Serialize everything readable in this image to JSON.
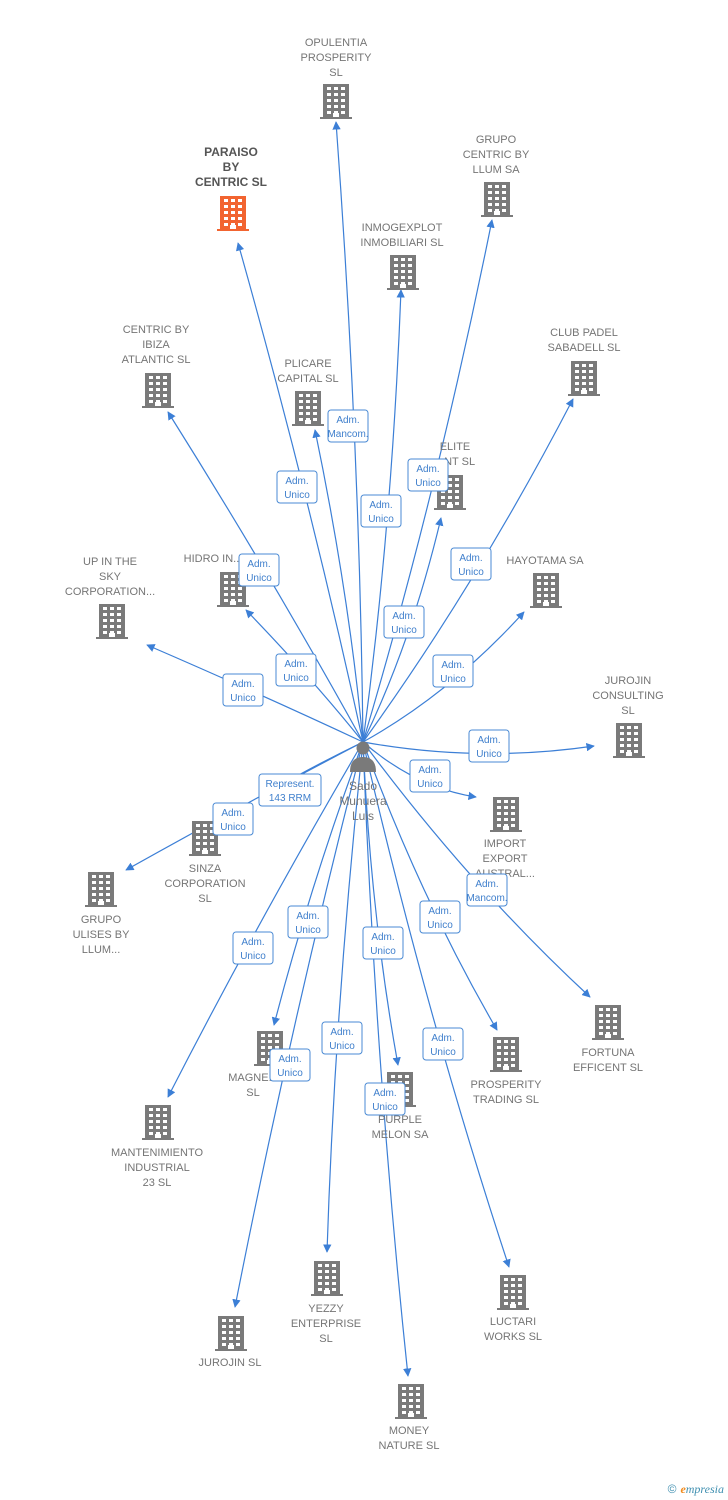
{
  "center": {
    "name_lines": [
      "Sado",
      "Munuera",
      "Luis"
    ],
    "icon": "person-icon"
  },
  "nodes": [
    {
      "id": "opulentia",
      "lines": [
        "OPULENTIA",
        "PROSPERITY",
        "SL"
      ],
      "role": "Adm.\nUnico",
      "highlight": false
    },
    {
      "id": "paraiso",
      "lines": [
        "PARAISO",
        "BY",
        "CENTRIC SL"
      ],
      "role": "Adm.\nUnico",
      "highlight": true
    },
    {
      "id": "grupo-centric",
      "lines": [
        "GRUPO",
        "CENTRIC BY",
        "LLUM SA"
      ],
      "role": "Adm.\nUnico",
      "highlight": false
    },
    {
      "id": "inmogexplot",
      "lines": [
        "INMOGEXPLOT",
        "INMOBILIARI SL"
      ],
      "role": "Adm.\nUnico",
      "highlight": false
    },
    {
      "id": "centric-ibiza",
      "lines": [
        "CENTRIC BY",
        "IBIZA",
        "ATLANTIC SL"
      ],
      "role": "Adm.\nUnico",
      "highlight": false
    },
    {
      "id": "plicare",
      "lines": [
        "PLICARE",
        "CAPITAL SL"
      ],
      "role": "Adm.\nMancom.",
      "highlight": false
    },
    {
      "id": "club-padel",
      "lines": [
        "CLUB PADEL",
        "SABADELL SL"
      ],
      "role": "Adm.\nUnico",
      "highlight": false
    },
    {
      "id": "elite",
      "lines": [
        "ELITE",
        "...NT SL"
      ],
      "role": "Adm.\nUnico",
      "highlight": false
    },
    {
      "id": "hidro",
      "lines": [
        "HIDRO IN..."
      ],
      "role": "Adm.\nUnico",
      "highlight": false
    },
    {
      "id": "up-in-the-sky",
      "lines": [
        "UP IN THE",
        "SKY",
        "CORPORATION..."
      ],
      "role": "Adm.\nUnico",
      "highlight": false
    },
    {
      "id": "hayotama",
      "lines": [
        "HAYOTAMA SA"
      ],
      "role": "Adm.\nUnico",
      "highlight": false
    },
    {
      "id": "jurojin-consulting",
      "lines": [
        "JUROJIN",
        "CONSULTING",
        "SL"
      ],
      "role": "Adm.\nUnico",
      "highlight": false
    },
    {
      "id": "import-export",
      "lines": [
        "IMPORT",
        "EXPORT",
        "AUSTRAL..."
      ],
      "role": "Adm.\nUnico",
      "highlight": false
    },
    {
      "id": "sinza",
      "lines": [
        "SINZA",
        "CORPORATION",
        "SL"
      ],
      "role": "Represent.\n143 RRM",
      "highlight": false
    },
    {
      "id": "grupo-ulises",
      "lines": [
        "GRUPO",
        "ULISES BY",
        "LLUM..."
      ],
      "role": "Adm.\nUnico",
      "highlight": false
    },
    {
      "id": "fortuna",
      "lines": [
        "FORTUNA",
        "EFFICENT SL"
      ],
      "role": "Adm.\nMancom.",
      "highlight": false
    },
    {
      "id": "prosperity-trading",
      "lines": [
        "PROSPERITY",
        "TRADING SL"
      ],
      "role": "Adm.\nUnico",
      "highlight": false
    },
    {
      "id": "magne",
      "lines": [
        "MAGNE...",
        "SL"
      ],
      "role": "Adm.\nUnico",
      "highlight": false
    },
    {
      "id": "purple-melon",
      "lines": [
        "PURPLE",
        "MELON SA"
      ],
      "role": "Adm.\nUnico",
      "highlight": false
    },
    {
      "id": "mantenimiento",
      "lines": [
        "MANTENIMIENTO",
        "INDUSTRIAL",
        "23 SL"
      ],
      "role": "Adm.\nUnico",
      "highlight": false
    },
    {
      "id": "yezzy",
      "lines": [
        "YEZZY",
        "ENTERPRISE",
        "SL"
      ],
      "role": "Adm.\nUnico",
      "highlight": false
    },
    {
      "id": "luctari",
      "lines": [
        "LUCTARI",
        "WORKS SL"
      ],
      "role": "Adm.\nUnico",
      "highlight": false
    },
    {
      "id": "jurojin",
      "lines": [
        "JUROJIN SL"
      ],
      "role": "Adm.\nUnico",
      "highlight": false
    },
    {
      "id": "money-nature",
      "lines": [
        "MONEY",
        "NATURE SL"
      ],
      "role": "Adm.\nUnico",
      "highlight": false
    }
  ],
  "colors": {
    "edge": "#3c7fd6",
    "building": "#7a7a7a",
    "building_highlight": "#f26430",
    "person": "#7a7a7a"
  },
  "footer": {
    "copyright": "©",
    "brand_initial": "e",
    "brand_rest": "mpresia"
  }
}
